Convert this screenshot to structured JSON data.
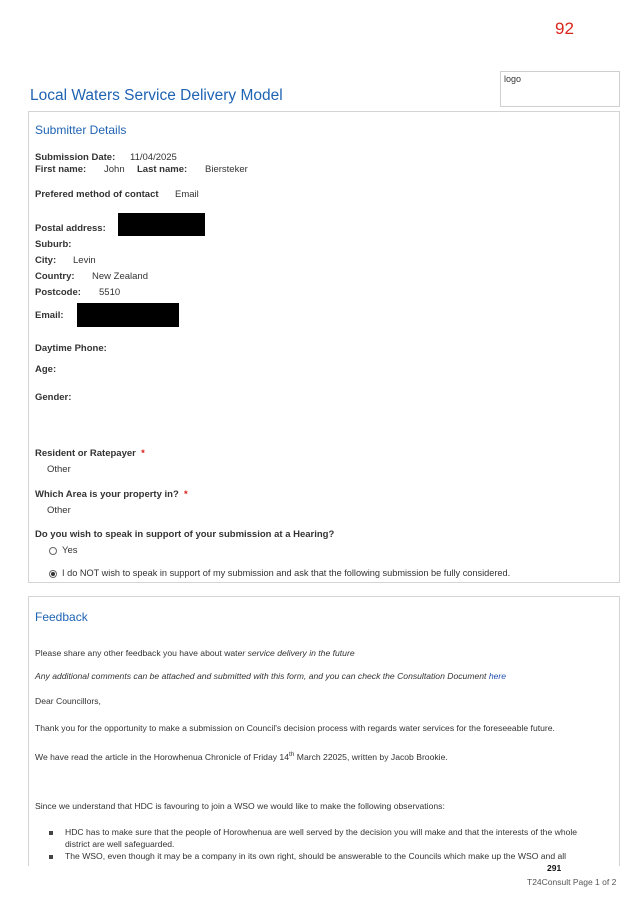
{
  "page_number": "92",
  "title": "Local Waters Service Delivery Model",
  "logo_text": "logo",
  "submitter": {
    "heading": "Submitter Details",
    "submission_date_label": "Submission Date:",
    "submission_date": "11/04/2025",
    "first_name_label": "First name:",
    "first_name": "John",
    "last_name_label": "Last name:",
    "last_name": "Biersteker",
    "contact_method_label": "Prefered method of contact",
    "contact_method": "Email",
    "postal_address_label": "Postal address:",
    "suburb_label": "Suburb:",
    "city_label": "City:",
    "city": "Levin",
    "country_label": "Country:",
    "country": "New Zealand",
    "postcode_label": "Postcode:",
    "postcode": "5510",
    "email_label": "Email:",
    "daytime_phone_label": "Daytime Phone:",
    "age_label": "Age:",
    "gender_label": "Gender:",
    "resident_label": "Resident or Ratepayer",
    "resident_value": "Other",
    "area_label": "Which Area is your property in?",
    "area_value": "Other",
    "required_mark": "*",
    "hearing_question": "Do you wish to speak in support of your submission at a Hearing?",
    "hearing_yes": "Yes",
    "hearing_no": "I do NOT wish to speak in support of my submission and ask that the following submission be fully considered."
  },
  "feedback": {
    "heading": "Feedback",
    "prompt_plain": "Please share any other feedback you have about wat",
    "prompt_italic": "er service delivery in the future",
    "attachments_note": "Any additional comments can be attached and submitted with this form, and you can check the Consultation Document ",
    "attachments_link": "here",
    "salutation": "Dear Councillors,",
    "para1": "Thank you for the opportunity to make a submission on Council's decision process with regards water services for the foreseeable future.",
    "para2_before": "We have read the article in the Horowhenua Chronicle of Friday 14",
    "para2_sup": "th",
    "para2_after": " March 22025, written by Jacob Brookie.",
    "para3": "Since we understand that HDC is favouring to join a WSO we would like to make the following observations:",
    "bullet1_line1": "HDC has to make sure that the people of Horowhenua are well served by the decision you will make and that the interests of the whole",
    "bullet1_line2": "district are well safeguarded.",
    "bullet2_line1": "The WSO, even though it may be a company in its own right, should be answerable to the Councils which make up the WSO and all"
  },
  "footer": {
    "doc_number": "291",
    "page_label": "T24Consult  Page 1 of 2"
  }
}
